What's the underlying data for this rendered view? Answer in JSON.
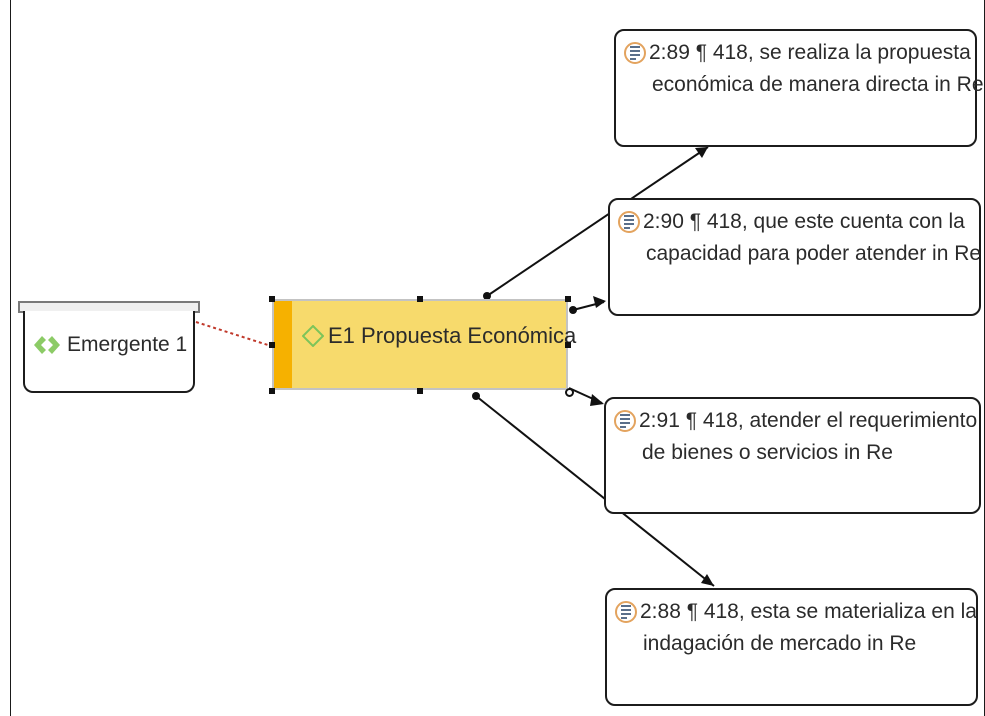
{
  "group": {
    "label": "Emergente 1",
    "icon": "code-group-icon"
  },
  "code": {
    "label": "E1 Propuesta Económica",
    "icon": "code-diamond-icon",
    "fill": "#f7da6c",
    "stripe": "#f6b100"
  },
  "quotations": [
    {
      "id": "q-2-89",
      "line1": "2:89 ¶ 418, se realiza la propuesta",
      "line2": "económica de manera directa in Re"
    },
    {
      "id": "q-2-90",
      "line1": "2:90 ¶ 418, que este cuenta con la",
      "line2": "capacidad para poder atender in Re"
    },
    {
      "id": "q-2-91",
      "line1": "2:91 ¶ 418, atender el requerimiento",
      "line2": "de bienes o servicios in Re"
    },
    {
      "id": "q-2-88",
      "line1": "2:88 ¶ 418, esta se materializa en la",
      "line2": "indagación de mercado in Re"
    }
  ],
  "colors": {
    "link_dotted": "#c0392b",
    "edge": "#111111",
    "quote_icon_ring": "#e3a35e"
  }
}
